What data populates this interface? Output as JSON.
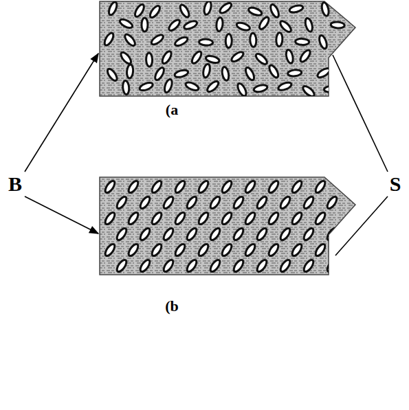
{
  "diagram": {
    "labels": [
      "B",
      "S",
      "(a",
      "(b"
    ]
  }
}
